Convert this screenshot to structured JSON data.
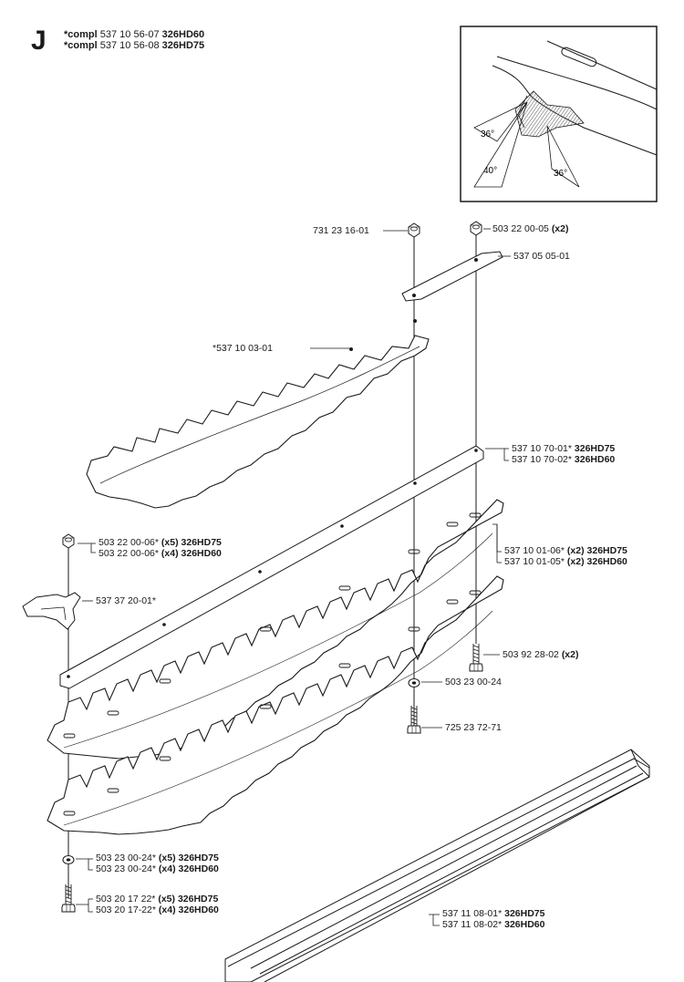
{
  "section_letter": "J",
  "assembly": [
    {
      "prefix": "*compl",
      "number": "537 10 56-07",
      "model": "326HD60"
    },
    {
      "prefix": "*compl",
      "number": "537 10 56-08",
      "model": "326HD75"
    }
  ],
  "inset_angles": [
    "36°",
    "40°",
    "36°"
  ],
  "parts": [
    {
      "number": "731 23 16-01",
      "qty": "",
      "model": ""
    },
    {
      "number": "503 22 00-05",
      "qty": "(x2)",
      "model": ""
    },
    {
      "number": "537 05 05-01",
      "qty": "",
      "model": ""
    },
    {
      "number": "*537 10 03-01",
      "qty": "",
      "model": ""
    },
    {
      "number": "537 10 70-01*",
      "qty": "",
      "model": "326HD75"
    },
    {
      "number": "537 10 70-02*",
      "qty": "",
      "model": "326HD60"
    },
    {
      "number": "503 22 00-06*",
      "qty": "(x5)",
      "model": "326HD75"
    },
    {
      "number": "503 22 00-06*",
      "qty": "(x4)",
      "model": "326HD60"
    },
    {
      "number": "537 10 01-06*",
      "qty": "(x2)",
      "model": "326HD75"
    },
    {
      "number": "537 10 01-05*",
      "qty": "(x2)",
      "model": "326HD60"
    },
    {
      "number": "537 37 20-01*",
      "qty": "",
      "model": ""
    },
    {
      "number": "503 92 28-02",
      "qty": "(x2)",
      "model": ""
    },
    {
      "number": "503 23 00-24",
      "qty": "",
      "model": ""
    },
    {
      "number": "725 23 72-71",
      "qty": "",
      "model": ""
    },
    {
      "number": "503 23 00-24*",
      "qty": "(x5)",
      "model": "326HD75"
    },
    {
      "number": "503 23 00-24*",
      "qty": "(x4)",
      "model": "326HD60"
    },
    {
      "number": "503 20 17 22*",
      "qty": "(x5)",
      "model": "326HD75"
    },
    {
      "number": "503 20 17-22*",
      "qty": "(x4)",
      "model": "326HD60"
    },
    {
      "number": "537 11 08-01*",
      "qty": "",
      "model": "326HD75"
    },
    {
      "number": "537 11 08-02*",
      "qty": "",
      "model": "326HD60"
    }
  ],
  "colors": {
    "ink": "#1a1a1a",
    "paper": "#ffffff",
    "hatch": "#6b6b6b"
  }
}
